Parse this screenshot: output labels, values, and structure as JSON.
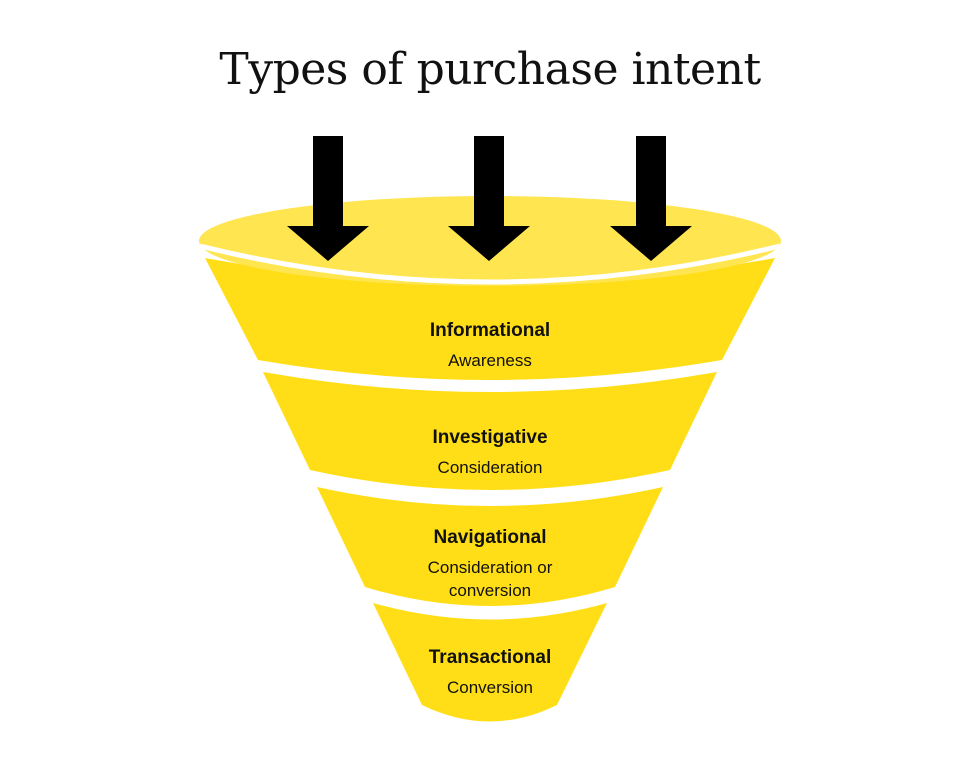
{
  "title": "Types of purchase intent",
  "colors": {
    "funnel_top": "#FFE54F",
    "funnel_band": "#FFDE17",
    "separator": "#FFFFFF",
    "arrow": "#000000",
    "text": "#111111",
    "background": "#FFFFFF"
  },
  "arrows": [
    {
      "icon": "down-arrow-icon"
    },
    {
      "icon": "down-arrow-icon"
    },
    {
      "icon": "down-arrow-icon"
    }
  ],
  "stages": [
    {
      "intent": "Informational",
      "stage": "Awareness"
    },
    {
      "intent": "Investigative",
      "stage": "Consideration"
    },
    {
      "intent": "Navigational",
      "stage": "Consideration or conversion",
      "stage_lines": [
        "Consideration or",
        "conversion"
      ]
    },
    {
      "intent": "Transactional",
      "stage": "Conversion"
    }
  ]
}
